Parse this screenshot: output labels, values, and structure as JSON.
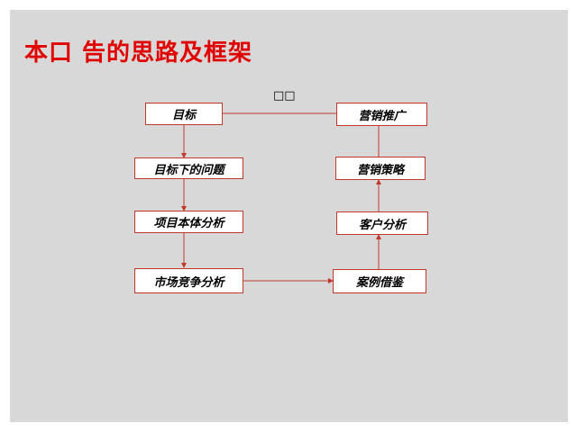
{
  "slide": {
    "title": "本口 告的思路及框架"
  },
  "diagram": {
    "nodes": {
      "goal": "目标",
      "problem": "目标下的问题",
      "project": "项目本体分析",
      "market": "市场竞争分析",
      "promotion": "营销推广",
      "strategy": "营销策略",
      "customer": "客户分析",
      "case": "案例借鉴"
    },
    "edge_label": "□□"
  },
  "colors": {
    "title": "#e00000",
    "border": "#c0392b",
    "background": "#d8d8d8"
  }
}
